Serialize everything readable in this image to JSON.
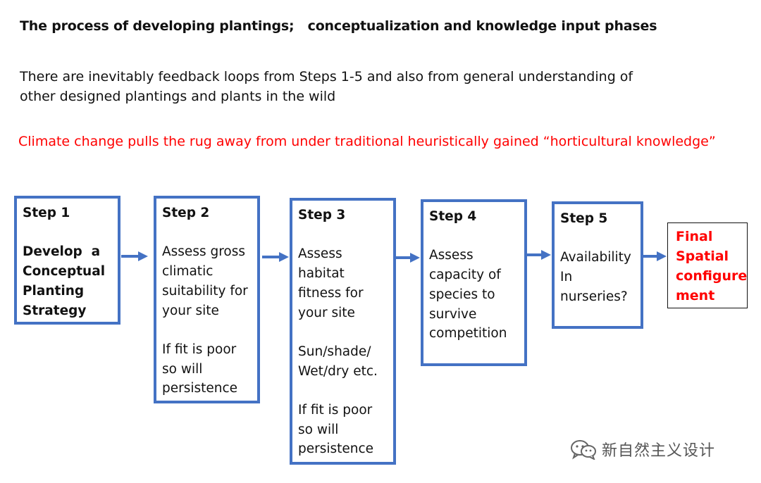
{
  "title": "The process of developing plantings;   conceptualization and knowledge input phases",
  "intro": "There are inevitably feedback loops from Steps 1-5 and also from general understanding of other designed plantings and plants in the wild",
  "climate_note": "Climate change pulls the rug away from under traditional heuristically gained “horticultural knowledge”",
  "colors": {
    "box_border": "#4472c4",
    "arrow": "#4472c4",
    "highlight": "#ff0000"
  },
  "steps": [
    {
      "label": "Step 1",
      "line1": "Develop  a",
      "line2": "Conceptual",
      "line3": "Planting",
      "line4": "Strategy"
    },
    {
      "label": "Step 2",
      "line1": "Assess gross",
      "line2": "climatic",
      "line3": "suitability for",
      "line4": "your site",
      "line5": "If fit is poor",
      "line6": "so will",
      "line7": "persistence"
    },
    {
      "label": "Step 3",
      "line1": "Assess",
      "line2": "habitat",
      "line3": "fitness for",
      "line4": "your site",
      "line5": "Sun/shade/",
      "line6": "Wet/dry etc.",
      "line7": "If fit is poor",
      "line8": "so will",
      "line9": "persistence"
    },
    {
      "label": "Step 4",
      "line1": "Assess",
      "line2": "capacity of",
      "line3": "species to",
      "line4": "survive",
      "line5": "competition"
    },
    {
      "label": "Step 5",
      "line1": "Availability",
      "line2": "In",
      "line3": "nurseries?"
    }
  ],
  "final": {
    "line1": "Final",
    "line2": "Spatial",
    "line3": "configure",
    "line4": "ment"
  },
  "watermark": {
    "icon": "wechat-icon",
    "text": "新自然主义设计"
  }
}
